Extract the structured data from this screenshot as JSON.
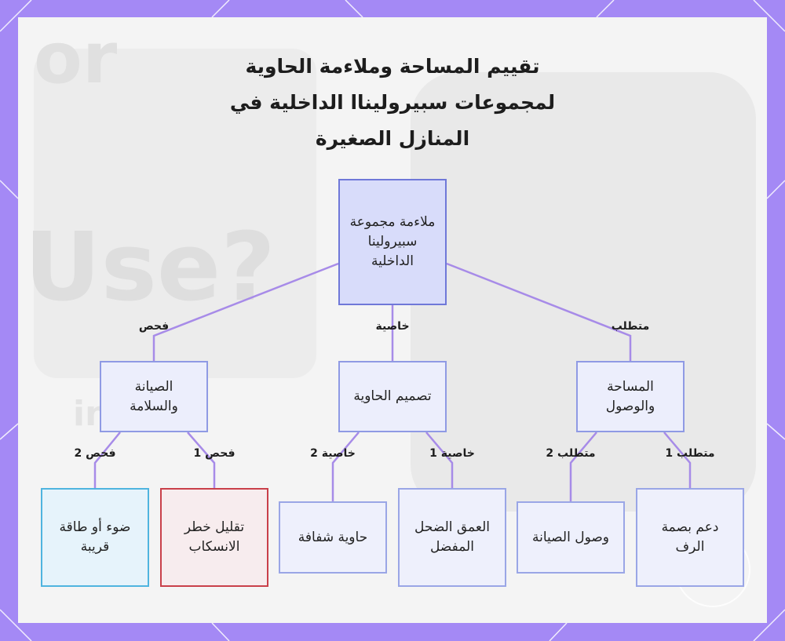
{
  "title": "تقييم المساحة وملاءمة الحاوية لمجموعات سبيروليناا الداخلية في المنازل الصغيرة",
  "root": {
    "label": "ملاءمة مجموعة سبيرولينا الداخلية"
  },
  "branches": [
    {
      "label": "المساحة والوصول",
      "edge_label": "متطلب",
      "children": [
        {
          "label": "دعم بصمة الرف",
          "edge_label": "متطلب 1"
        },
        {
          "label": "وصول الصيانة",
          "edge_label": "متطلب 2"
        }
      ]
    },
    {
      "label": "تصميم الحاوية",
      "edge_label": "خاصية",
      "children": [
        {
          "label": "العمق الضحل المفضل",
          "edge_label": "خاصية 1"
        },
        {
          "label": "حاوية شفافة",
          "edge_label": "خاصية 2"
        }
      ]
    },
    {
      "label": "الصيانة والسلامة",
      "edge_label": "فحص",
      "children": [
        {
          "label": "تقليل خطر الانسكاب",
          "edge_label": "فحص 1"
        },
        {
          "label": "ضوء أو طاقة قريبة",
          "edge_label": "فحص 2"
        }
      ]
    }
  ],
  "colors": {
    "frame": "#a489f5",
    "edge": "#a78be8",
    "root_border": "#6f78d8",
    "spill_border": "#c9404a",
    "light_border": "#4fb4df"
  }
}
